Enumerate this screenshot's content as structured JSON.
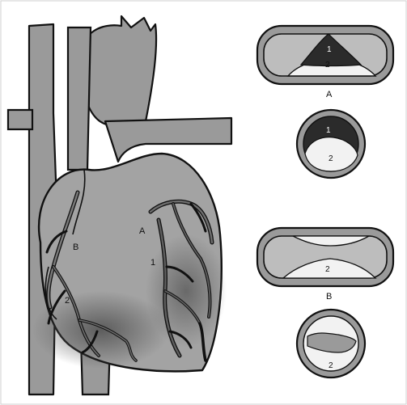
{
  "labels": {
    "heart_A": "A",
    "heart_B": "B",
    "heart_1": "1",
    "heart_2": "2",
    "vessel_A_caption": "A",
    "vessel_A_long_1": "1",
    "vessel_A_long_2": "2",
    "vessel_A_cross_1": "1",
    "vessel_A_cross_2": "2",
    "vessel_B_caption": "B",
    "vessel_B_long_2": "2",
    "vessel_B_cross_2": "2"
  },
  "colors": {
    "background": "#ffffff",
    "vessel_fill": "#9a9a9a",
    "heart_fill": "#a3a3a3",
    "ischemic_shade": "#6b6b6b",
    "outline": "#111111",
    "plaque": "#f2f2f2",
    "thrombus": "#2b2b2b"
  }
}
